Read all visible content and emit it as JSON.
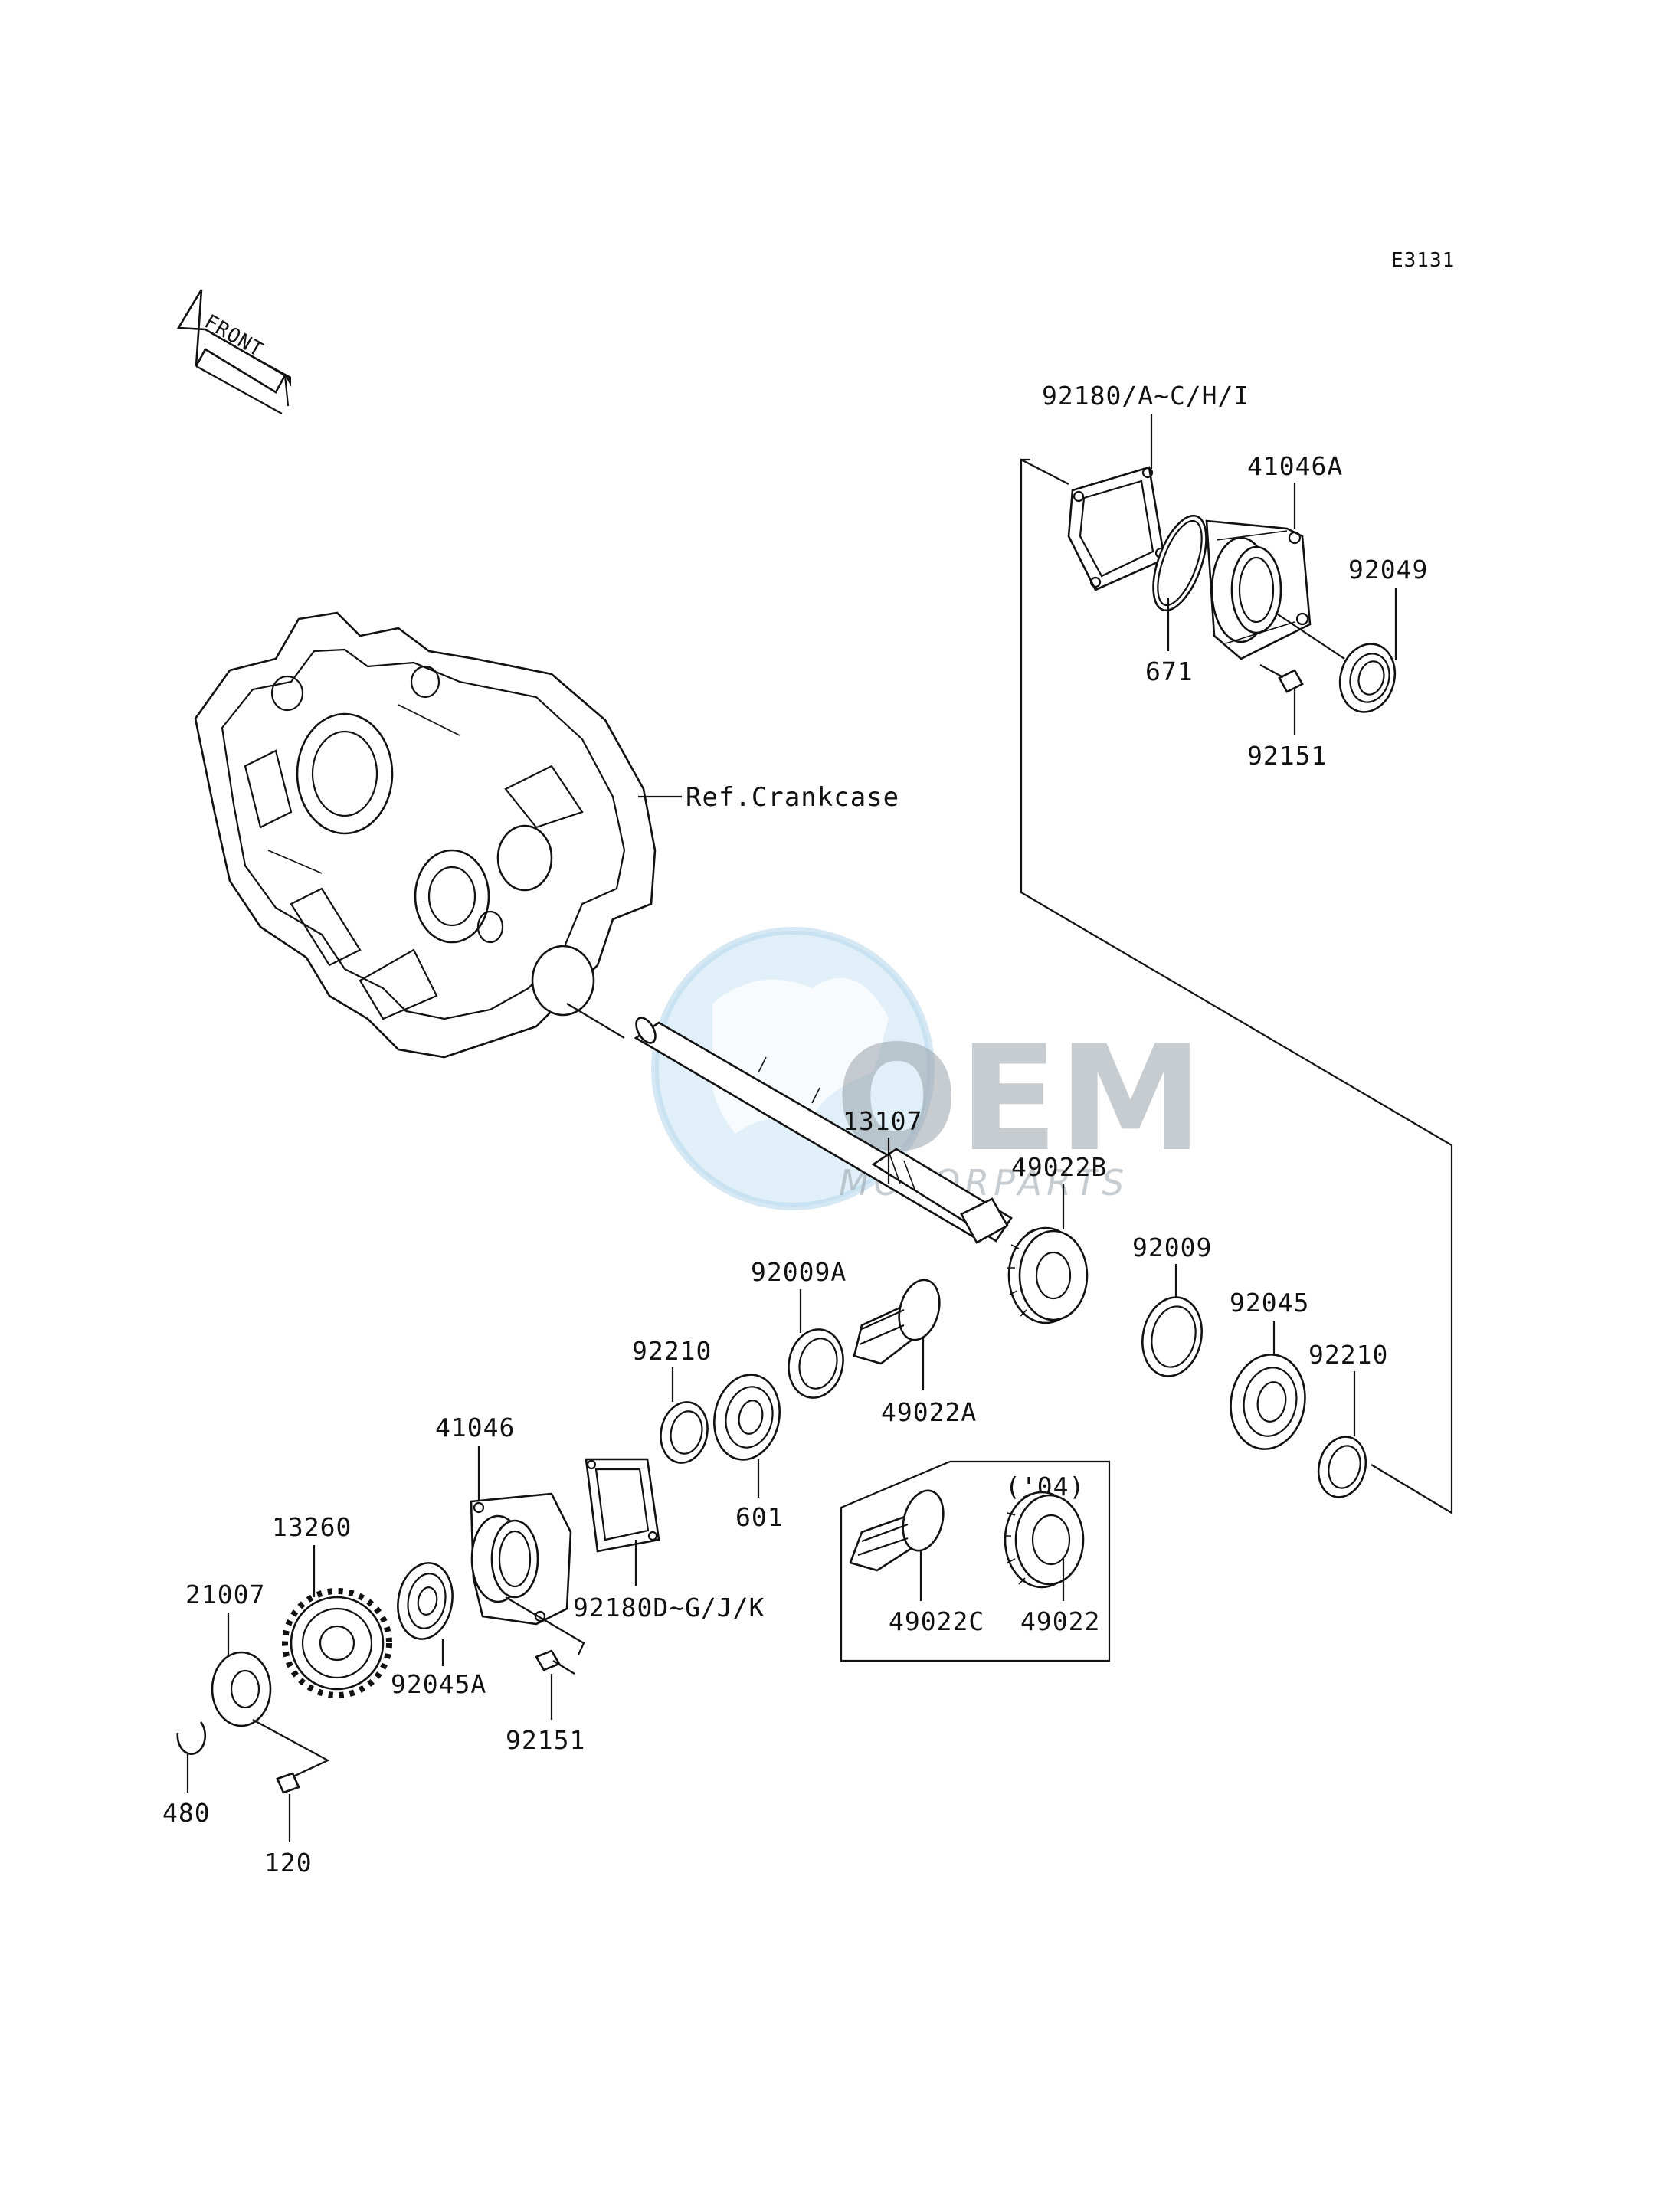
{
  "diagram_code": "E3131",
  "front_arrow_label": "FRONT",
  "ref_label": "Ref.Crankcase",
  "watermark": {
    "brand": "OEM",
    "sub": "MOTORPARTS"
  },
  "year_note": "('04)",
  "labels": {
    "p92180_aci": "92180/A~C/H/I",
    "p41046a": "41046A",
    "p92049": "92049",
    "p671": "671",
    "p92151_top": "92151",
    "p13107": "13107",
    "p49022b": "49022B",
    "p92009": "92009",
    "p92045": "92045",
    "p92210_right": "92210",
    "p92009a": "92009A",
    "p49022a": "49022A",
    "p92210_left": "92210",
    "p601": "601",
    "p41046": "41046",
    "p92180_dgjk": "92180D~G/J/K",
    "p13260": "13260",
    "p92045a": "92045A",
    "p21007": "21007",
    "p92151_bottom": "92151",
    "p480": "480",
    "p120": "120",
    "p49022c": "49022C",
    "p49022": "49022"
  }
}
